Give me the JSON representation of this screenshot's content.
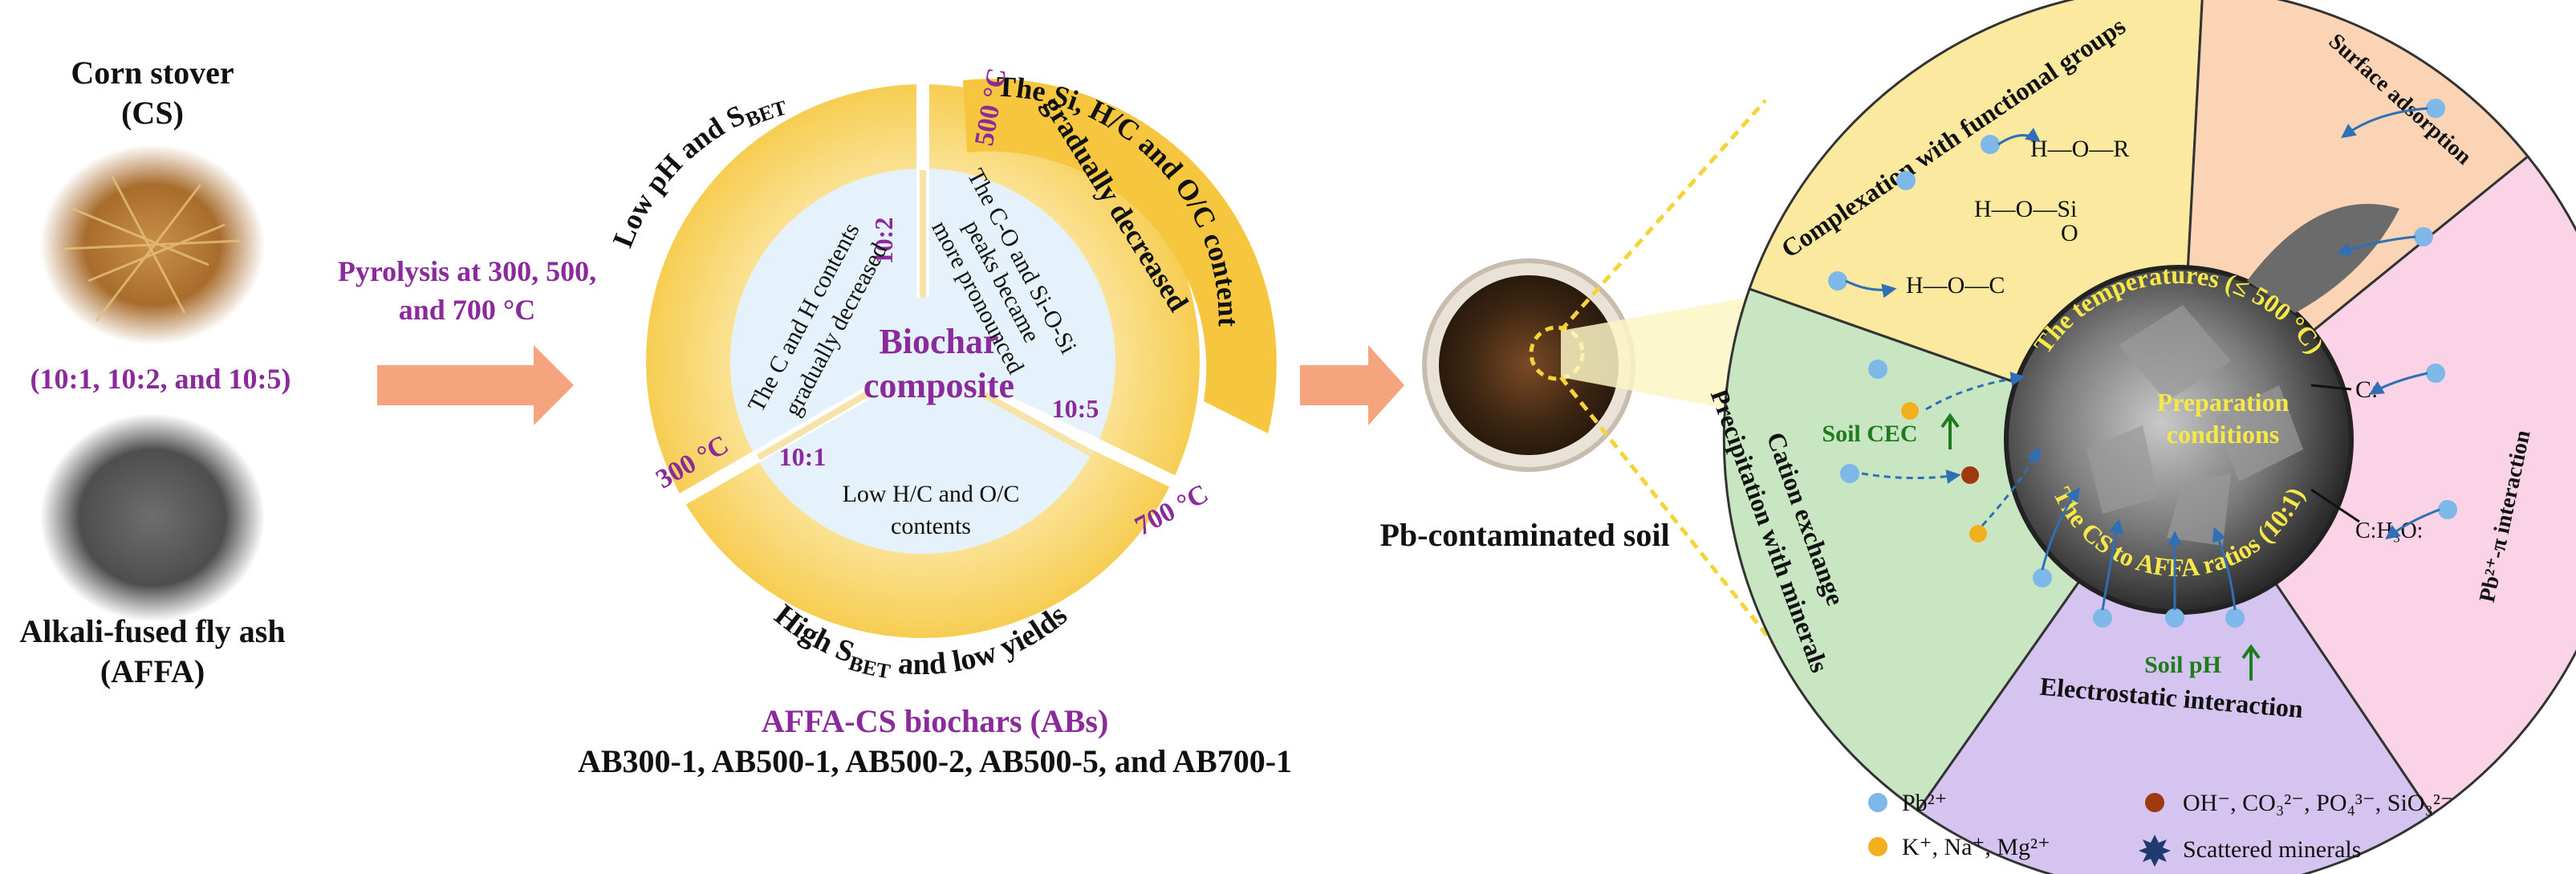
{
  "inputs": {
    "corn_title": "Corn stover",
    "corn_abbr": "(CS)",
    "ratios": "(10:1, 10:2,  and 10:5)",
    "ash_title": "Alkali-fused fly ash",
    "ash_abbr": "(AFFA)"
  },
  "pyrolysis": {
    "line1": "Pyrolysis at 300, 500,",
    "line2": "and 700 °C"
  },
  "wheel": {
    "center_line1": "Biochar",
    "center_line2": "composite",
    "temp_300": "300 °C",
    "temp_500": "500 °C",
    "temp_700": "700 °C",
    "ratio_10_1": "10:1",
    "ratio_10_2": "10:2",
    "ratio_10_5": "10:5",
    "outer_left_main": "Low pH and S",
    "outer_left_sub": "BET",
    "outer_right_line1": "The Si,  H/C and O/C content",
    "outer_right_line2": "gradually decreased",
    "outer_bottom_main": "High S",
    "outer_bottom_sub": "BET",
    "outer_bottom_rest": " and low yields",
    "inner_left_line1": "The C and H contents",
    "inner_left_line2": "gradually decreased",
    "inner_right_line1": "The C-O and Si-O-Si",
    "inner_right_line2": "peaks became",
    "inner_right_line3": "more pronounced",
    "inner_bottom_line1": "Low H/C and O/C",
    "inner_bottom_line2": "contents"
  },
  "products": {
    "title": "AFFA-CS biochars (ABs)",
    "list": "AB300-1, AB500-1, AB500-2, AB500-5, and AB700-1"
  },
  "soil": {
    "label": "Pb-contaminated soil"
  },
  "mechanisms": {
    "complexation": "Complexation with functional groups",
    "surface": "Surface adsorption",
    "pi": "Pb²⁺-π interaction",
    "electrostatic": "Electrostatic interaction",
    "cation_line1": "Cation exchange",
    "cation_line2": "Precipitation with minerals",
    "soil_cec": "Soil CEC",
    "soil_ph": "Soil pH",
    "center_label_line1": "Preparation",
    "center_label_line2": "conditions",
    "ring_top": "The temperatures (≤ 500 °C)",
    "ring_bottom": "The CS to AFFA ratios (10:1)",
    "chem_h_o_r": "H—O—R",
    "chem_h_o_si": "H—O—Si",
    "chem_h_o_c": "H—O—C",
    "chem_o": "O",
    "chem_c_colon": "C:",
    "chem_ch3o": "C:H₃O:"
  },
  "legend": {
    "pb": "Pb²⁺",
    "k_na_mg": "K⁺, Na⁺, Mg²⁺",
    "anions": "OH⁻, CO₃²⁻, PO₄³⁻, SiO₃²⁻",
    "minerals": "Scattered minerals"
  },
  "colors": {
    "purple_text": "#8a2a9b",
    "arrow_fill": "#f6a47e",
    "wheel_outer": "#f7cf57",
    "wheel_inner": "#e6f2fb",
    "sector_yellow": "#fbe9a0",
    "sector_peach": "#fbd3b5",
    "sector_pink": "#fbd3e6",
    "sector_purple": "#d6c4f0",
    "sector_green": "#c9e6c2",
    "pb_ion": "#7db8e8",
    "cation": "#f2b01e",
    "anion": "#a0380e",
    "mineral": "#1f3a6e"
  }
}
